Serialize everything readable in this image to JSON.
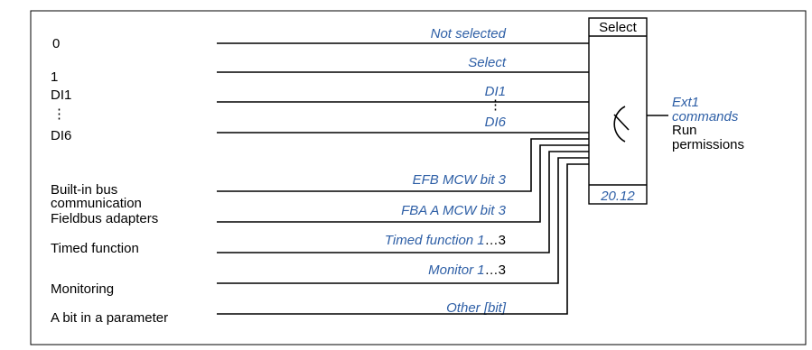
{
  "sources": {
    "zero": "0",
    "one": "1",
    "di1": "DI1",
    "vdots": "⋮",
    "di6": "DI6",
    "builtin_bus_line1": "Built-in bus",
    "builtin_bus_line2": "communication",
    "fieldbus_adapters": "Fieldbus adapters",
    "timed_function": "Timed function",
    "monitoring": "Monitoring",
    "bit_in_parameter": "A bit in a parameter"
  },
  "params": {
    "not_selected": "Not selected",
    "select": "Select",
    "di1": "DI1",
    "vdots": "⋮",
    "di6": "DI6",
    "efb_mcw_bit3": "EFB MCW bit 3",
    "fba_a_mcw_bit3": "FBA A MCW bit 3",
    "timed_function_1": "Timed function 1",
    "timed_function_suffix": "…3",
    "monitor_1": "Monitor 1",
    "monitor_suffix": "…3",
    "other_bit": "Other [bit]"
  },
  "selector": {
    "title": "Select",
    "parameter_number": "20.12"
  },
  "output": {
    "ext1": "Ext1",
    "commands": "commands",
    "run": "Run",
    "permissions": "permissions"
  },
  "colors": {
    "param_text": "#2e5fa6",
    "line": "#000000"
  }
}
